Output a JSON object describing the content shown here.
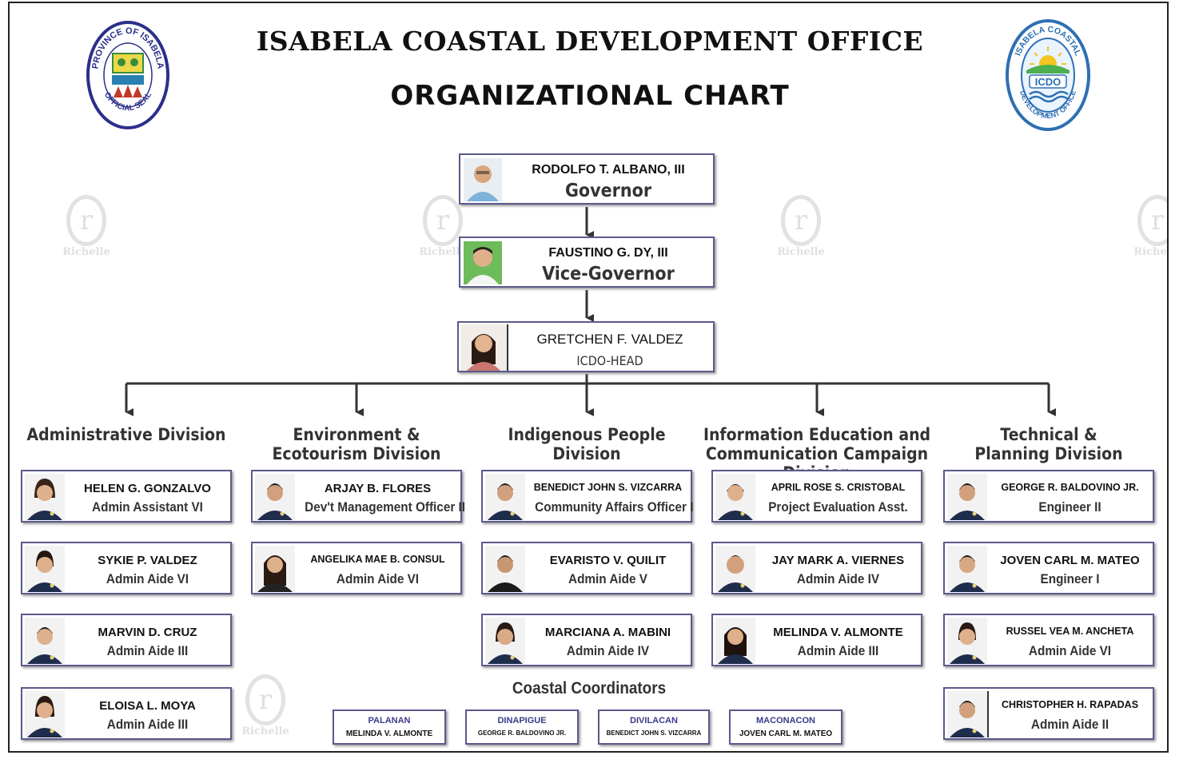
{
  "header": {
    "title": "ISABELA COASTAL DEVELOPMENT OFFICE",
    "subtitle": "ORGANIZATIONAL CHART"
  },
  "seals": {
    "left": {
      "ring_text": "PROVINCE OF ISABELA",
      "bottom_text": "OFFICIAL SEAL",
      "color": "#2b2f8a"
    },
    "right": {
      "ring_text": "ISABELA COASTAL",
      "center_text": "ICDO",
      "bottom_text": "DEVELOPMENT OFFICE",
      "color": "#2d6fb3"
    }
  },
  "watermark": {
    "text": "Richelle"
  },
  "colors": {
    "box_border": "#5a5a8c",
    "connector": "#333333"
  },
  "leadership": [
    {
      "name": "RODOLFO T. ALBANO, III",
      "position": "Governor"
    },
    {
      "name": "FAUSTINO G. DY, III",
      "position": "Vice-Governor"
    },
    {
      "name": "GRETCHEN F. VALDEZ",
      "position": "ICDO-HEAD"
    }
  ],
  "divisions": [
    {
      "title": "Administrative Division",
      "members": [
        {
          "name": "HELEN G. GONZALVO",
          "position": "Admin Assistant VI"
        },
        {
          "name": "SYKIE P. VALDEZ",
          "position": "Admin Aide VI"
        },
        {
          "name": "MARVIN D. CRUZ",
          "position": "Admin Aide III"
        },
        {
          "name": "ELOISA L. MOYA",
          "position": "Admin Aide III"
        }
      ]
    },
    {
      "title": "Environment & Ecotourism Division",
      "members": [
        {
          "name": "ARJAY B. FLORES",
          "position": "Dev't Management Officer II"
        },
        {
          "name": "ANGELIKA MAE B. CONSUL",
          "position": "Admin Aide VI"
        }
      ]
    },
    {
      "title": "Indigenous People Division",
      "members": [
        {
          "name": "BENEDICT JOHN S. VIZCARRA",
          "position": "Community Affairs Officer I"
        },
        {
          "name": "EVARISTO V. QUILIT",
          "position": "Admin Aide V"
        },
        {
          "name": "MARCIANA A. MABINI",
          "position": "Admin Aide IV"
        }
      ]
    },
    {
      "title": "Information Education and Communication Campaign Division",
      "members": [
        {
          "name": "APRIL ROSE S. CRISTOBAL",
          "position": "Project Evaluation Asst."
        },
        {
          "name": "JAY MARK A. VIERNES",
          "position": "Admin Aide IV"
        },
        {
          "name": "MELINDA V. ALMONTE",
          "position": "Admin Aide III"
        }
      ]
    },
    {
      "title": "Technical & Planning Division",
      "members": [
        {
          "name": "GEORGE R. BALDOVINO JR.",
          "position": "Engineer II"
        },
        {
          "name": "JOVEN CARL M. MATEO",
          "position": "Engineer I"
        },
        {
          "name": "RUSSEL VEA M. ANCHETA",
          "position": "Admin Aide VI"
        },
        {
          "name": "CHRISTOPHER H. RAPADAS",
          "position": "Admin Aide II"
        }
      ]
    }
  ],
  "coastal": {
    "title": "Coastal Coordinators",
    "items": [
      {
        "place": "PALANAN",
        "name": "MELINDA V. ALMONTE"
      },
      {
        "place": "DINAPIGUE",
        "name": "GEORGE R. BALDOVINO JR."
      },
      {
        "place": "DIVILACAN",
        "name": "BENEDICT JOHN S. VIZCARRA"
      },
      {
        "place": "MACONACON",
        "name": "JOVEN CARL M. MATEO"
      }
    ]
  }
}
